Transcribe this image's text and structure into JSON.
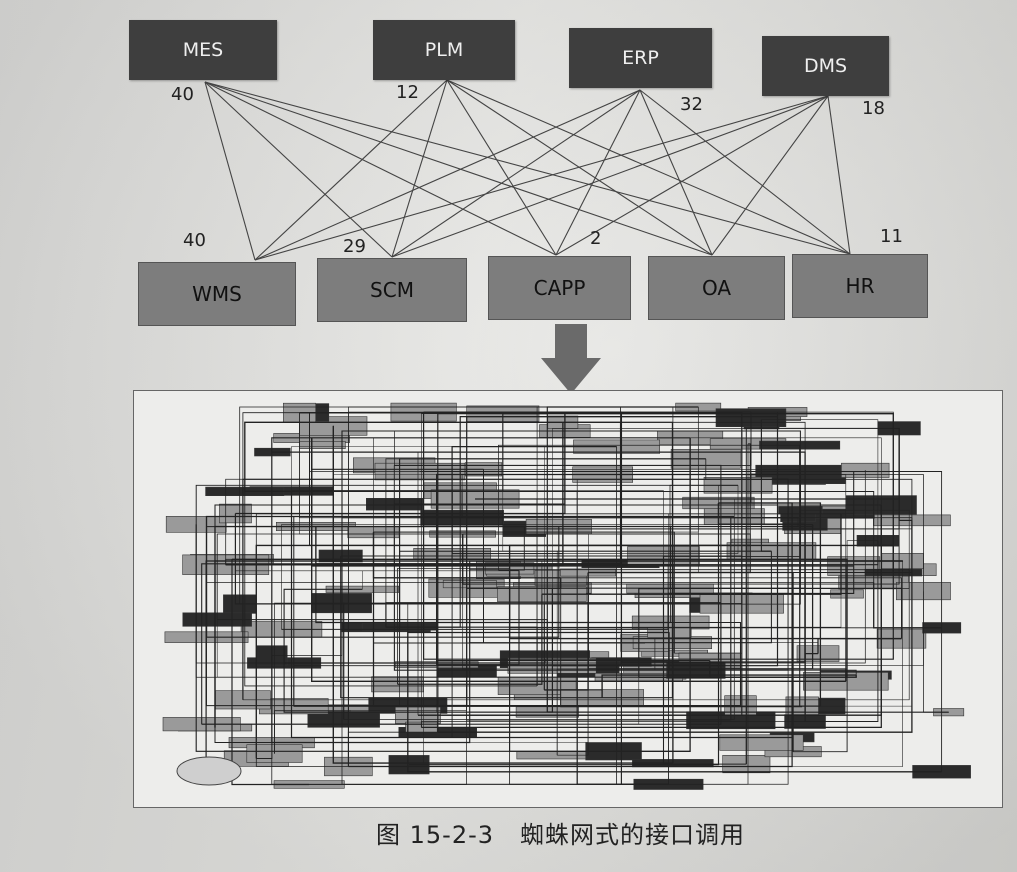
{
  "top_systems": [
    {
      "id": "mes",
      "label": "MES",
      "count": "40"
    },
    {
      "id": "plm",
      "label": "PLM",
      "count": "12"
    },
    {
      "id": "erp",
      "label": "ERP",
      "count": "32"
    },
    {
      "id": "dms",
      "label": "DMS",
      "count": "18"
    }
  ],
  "bottom_systems": [
    {
      "id": "wms",
      "label": "WMS",
      "count": "40"
    },
    {
      "id": "scm",
      "label": "SCM",
      "count": "29"
    },
    {
      "id": "capp",
      "label": "CAPP",
      "count": "2"
    },
    {
      "id": "oa",
      "label": "OA",
      "count": ""
    },
    {
      "id": "hr",
      "label": "HR",
      "count": "11"
    }
  ],
  "caption": {
    "number": "图 15-2-3",
    "text": "蜘蛛网式的接口调用"
  },
  "colors": {
    "top_box": "#3e3e3e",
    "bottom_box": "#7d7d7d",
    "line": "#444444"
  }
}
